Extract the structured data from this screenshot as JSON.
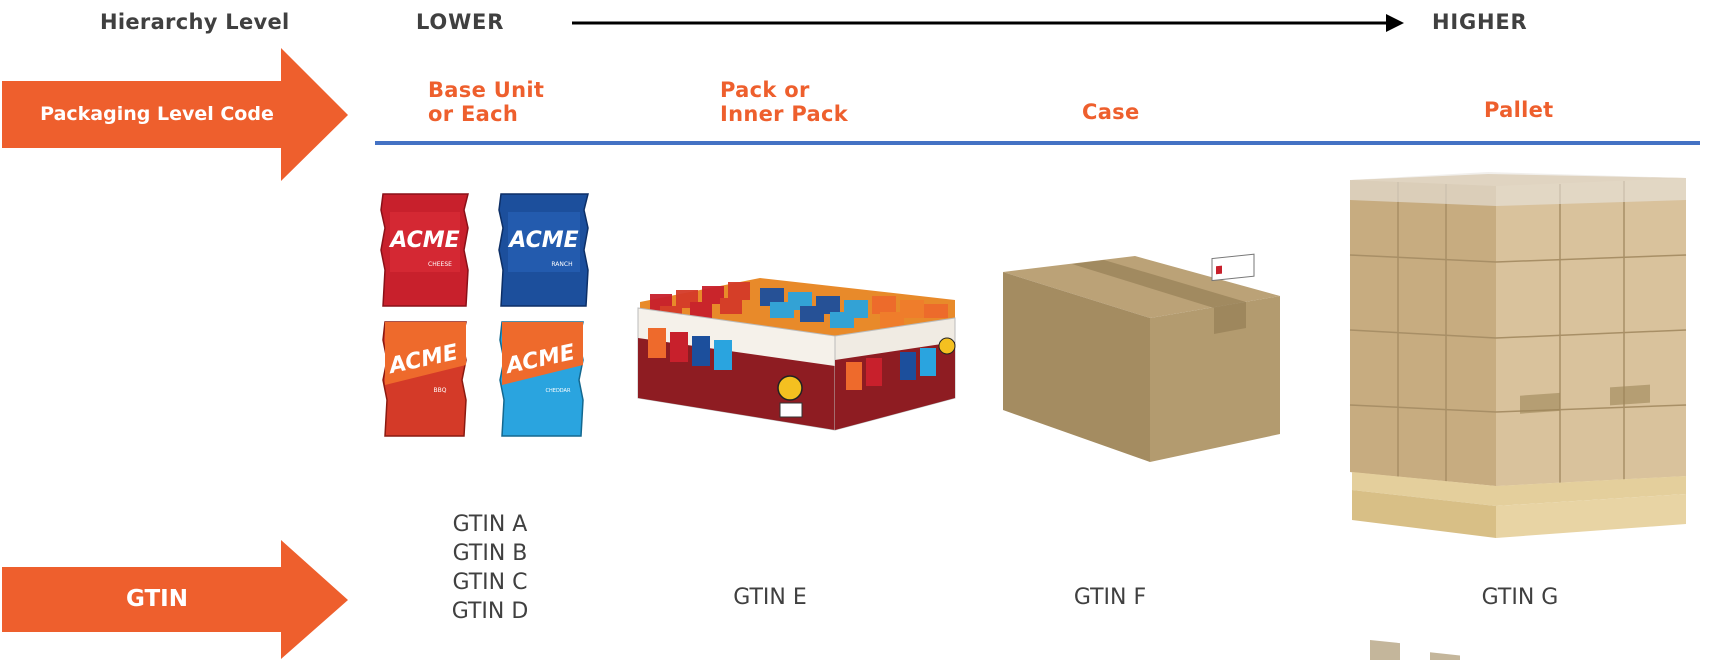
{
  "hierarchy": {
    "label": "Hierarchy Level",
    "lower": "LOWER",
    "higher": "HIGHER"
  },
  "rows": {
    "packaging_code": "Packaging Level Code",
    "gtin": "GTIN"
  },
  "levels": [
    {
      "name_line1": "Base Unit",
      "name_line2": "or Each",
      "gtins": [
        "GTIN A",
        "GTIN B",
        "GTIN C",
        "GTIN D"
      ]
    },
    {
      "name_line1": "Pack or",
      "name_line2": "Inner Pack",
      "gtins": [
        "GTIN E"
      ]
    },
    {
      "name_line1": "Case",
      "gtins": [
        "GTIN F"
      ]
    },
    {
      "name_line1": "Pallet",
      "gtins": [
        "GTIN G"
      ]
    }
  ],
  "product_bags": [
    {
      "brand": "ACME",
      "flavor": "CHEESE",
      "color": "#c8202c"
    },
    {
      "brand": "ACME",
      "flavor": "RANCH",
      "color": "#1c4f9c"
    },
    {
      "brand": "ACME",
      "flavor": "BBQ",
      "color": "#d43a28"
    },
    {
      "brand": "ACME",
      "flavor": "CHEDDAR",
      "color": "#2aa4df"
    }
  ],
  "colors": {
    "accent_orange": "#ee5f2d",
    "divider_blue": "#4472c4",
    "text_gray": "#404040"
  }
}
